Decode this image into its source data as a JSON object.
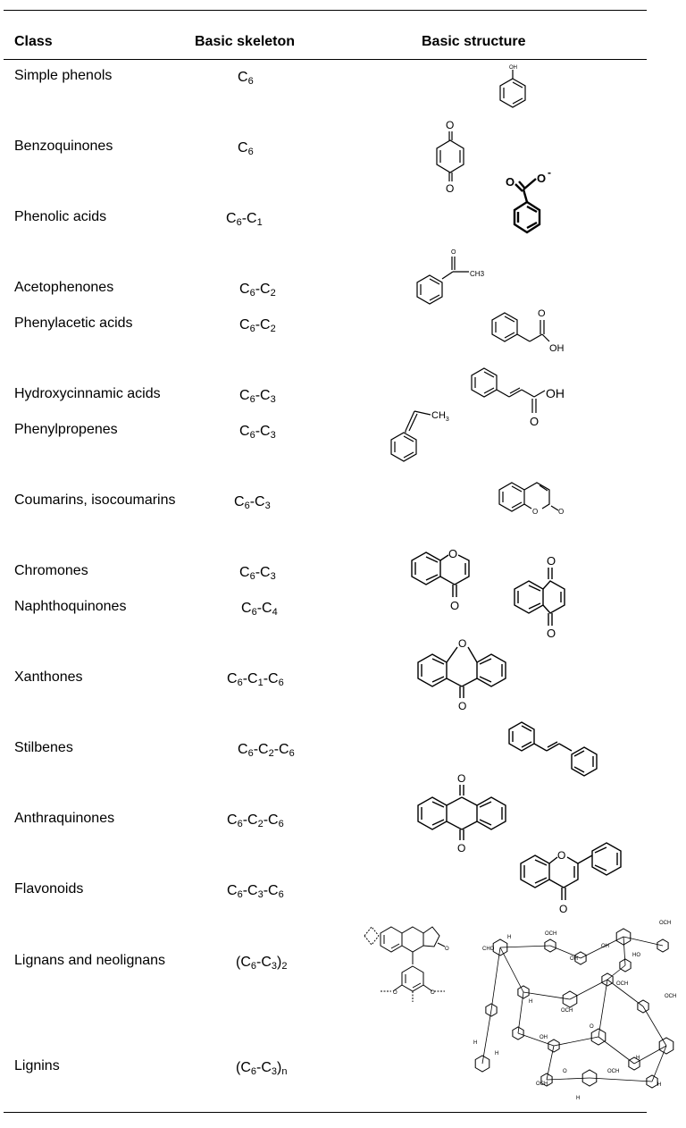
{
  "headers": {
    "class": "Class",
    "skeleton": "Basic skeleton",
    "structure": "Basic structure"
  },
  "rows": [
    {
      "class": "Simple phenols",
      "skeleton": [
        [
          "C",
          "6"
        ]
      ],
      "structure": "phenol"
    },
    {
      "class": "Benzoquinones",
      "skeleton": [
        [
          "C",
          "6"
        ]
      ],
      "structure": "benzoquinone"
    },
    {
      "class": "Phenolic acids",
      "skeleton": [
        [
          "C",
          "6"
        ],
        [
          "-C",
          "1"
        ]
      ],
      "structure": "benzoate"
    },
    {
      "class": "Acetophenones",
      "skeleton": [
        [
          "C",
          "6"
        ],
        [
          "-C",
          "2"
        ]
      ],
      "structure": "acetophenone"
    },
    {
      "class": "Phenylacetic acids",
      "skeleton": [
        [
          "C",
          "6"
        ],
        [
          "-C",
          "2"
        ]
      ],
      "structure": "phenylacetic-acid"
    },
    {
      "class": "Hydroxycinnamic acids",
      "skeleton": [
        [
          "C",
          "6"
        ],
        [
          "-C",
          "3"
        ]
      ],
      "structure": "cinnamic-acid"
    },
    {
      "class": "Phenylpropenes",
      "skeleton": [
        [
          "C",
          "6"
        ],
        [
          "-C",
          "3"
        ]
      ],
      "structure": "propenylbenzene"
    },
    {
      "class": "Coumarins, isocoumarins",
      "skeleton": [
        [
          "C",
          "6"
        ],
        [
          "-C",
          "3"
        ]
      ],
      "structure": "coumarin"
    },
    {
      "class": "Chromones",
      "skeleton": [
        [
          "C",
          "6"
        ],
        [
          "-C",
          "3"
        ]
      ],
      "structure": "chromone"
    },
    {
      "class": "Naphthoquinones",
      "skeleton": [
        [
          "C",
          "6"
        ],
        [
          "-C",
          "4"
        ]
      ],
      "structure": "naphthoquinone"
    },
    {
      "class": "Xanthones",
      "skeleton": [
        [
          "C",
          "6"
        ],
        [
          "-C",
          "1"
        ],
        [
          "-C",
          "6"
        ]
      ],
      "structure": "xanthone"
    },
    {
      "class": "Stilbenes",
      "skeleton": [
        [
          "C",
          "6"
        ],
        [
          "-C",
          "2"
        ],
        [
          "-C",
          "6"
        ]
      ],
      "structure": "stilbene"
    },
    {
      "class": "Anthraquinones",
      "skeleton": [
        [
          "C",
          "6"
        ],
        [
          "-C",
          "2"
        ],
        [
          "-C",
          "6"
        ]
      ],
      "structure": "anthraquinone"
    },
    {
      "class": "Flavonoids",
      "skeleton": [
        [
          "C",
          "6"
        ],
        [
          "-C",
          "3"
        ],
        [
          "-C",
          "6"
        ]
      ],
      "structure": "flavone"
    },
    {
      "class": "Lignans and neolignans",
      "skeleton": [
        [
          "(C",
          "6"
        ],
        [
          "-C",
          "3"
        ],
        [
          ")",
          "2"
        ]
      ],
      "structure": "podophyllotoxin-like lignan"
    },
    {
      "class": "Lignins",
      "skeleton": [
        [
          "(C",
          "6"
        ],
        [
          "-C",
          "3"
        ],
        [
          ")",
          "n"
        ]
      ],
      "structure": "lignin polymer"
    }
  ],
  "labels": {
    "oh": "OH",
    "o": "O",
    "o_minus": "O",
    "minus": "-",
    "ch3": "CH",
    "three": "3",
    "och3": "OCH",
    "ch3o": "CH",
    "three_o": "O",
    "h": "H",
    "ho": "HO"
  }
}
